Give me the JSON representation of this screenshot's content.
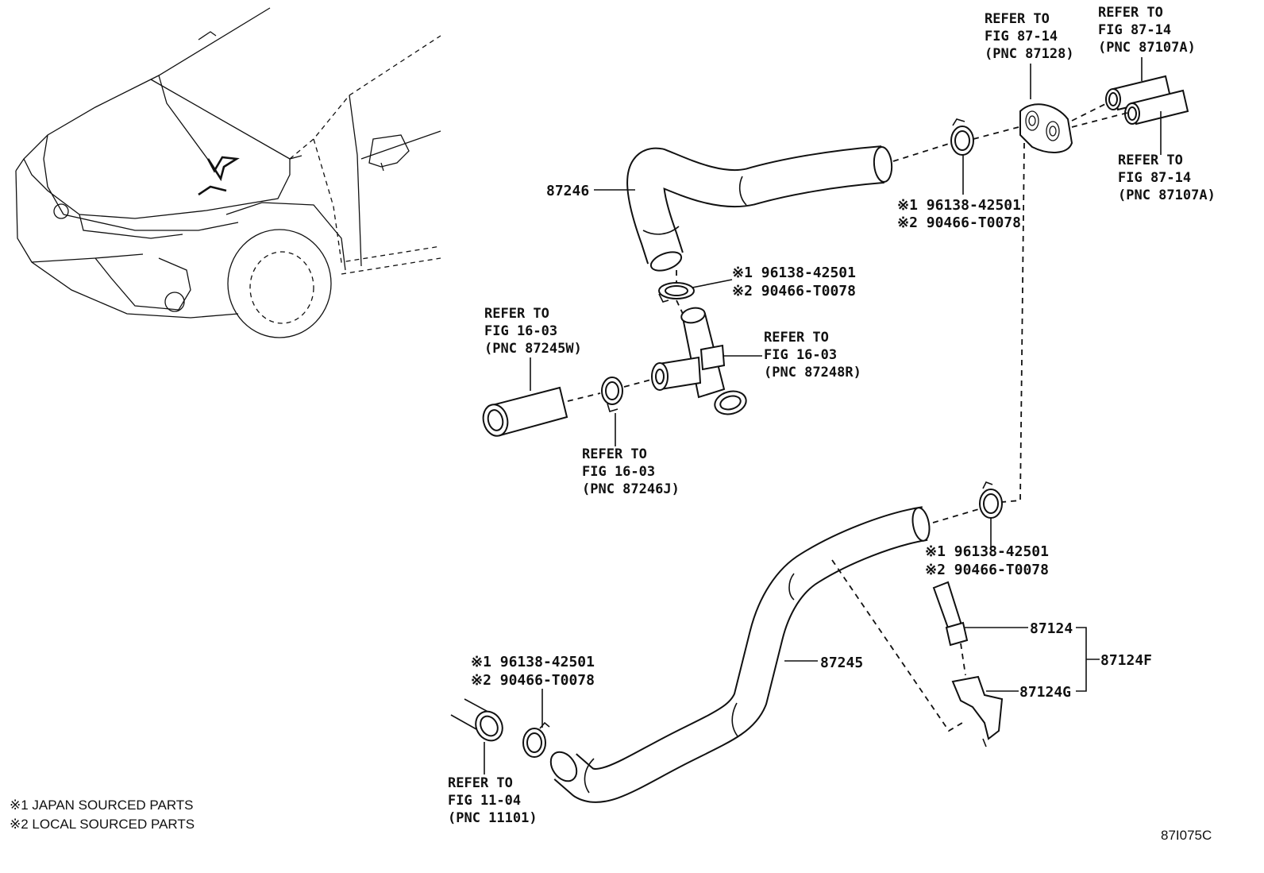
{
  "diagram": {
    "figure_code": "87I075C",
    "notes": [
      "※1 JAPAN SOURCED PARTS",
      "※2 LOCAL SOURCED PARTS"
    ],
    "hoses": [
      {
        "part_no": "87246",
        "role": "upper heater hose"
      },
      {
        "part_no": "87245",
        "role": "lower heater hose"
      }
    ],
    "clamp_refs": {
      "line1": "※1 96138-42501",
      "line2": "※2 90466-T0078"
    },
    "valve_assembly": {
      "assembly_no": "87124F",
      "sub_parts": [
        "87124",
        "87124G"
      ]
    },
    "references": [
      {
        "id": "ref-87128",
        "lines": [
          "REFER TO",
          "FIG 87-14",
          "(PNC 87128)"
        ]
      },
      {
        "id": "ref-87107a-top",
        "lines": [
          "REFER TO",
          "FIG 87-14",
          "(PNC 87107A)"
        ]
      },
      {
        "id": "ref-87107a-bottom",
        "lines": [
          "REFER TO",
          "FIG 87-14",
          "(PNC 87107A)"
        ]
      },
      {
        "id": "ref-87245w",
        "lines": [
          "REFER TO",
          "FIG 16-03",
          "(PNC 87245W)"
        ]
      },
      {
        "id": "ref-87248r",
        "lines": [
          "REFER TO",
          "FIG 16-03",
          "(PNC 87248R)"
        ]
      },
      {
        "id": "ref-87246j",
        "lines": [
          "REFER TO",
          "FIG 16-03",
          "(PNC 87246J)"
        ]
      },
      {
        "id": "ref-11101",
        "lines": [
          "REFER TO",
          "FIG 11-04",
          "(PNC 11101)"
        ]
      }
    ]
  }
}
